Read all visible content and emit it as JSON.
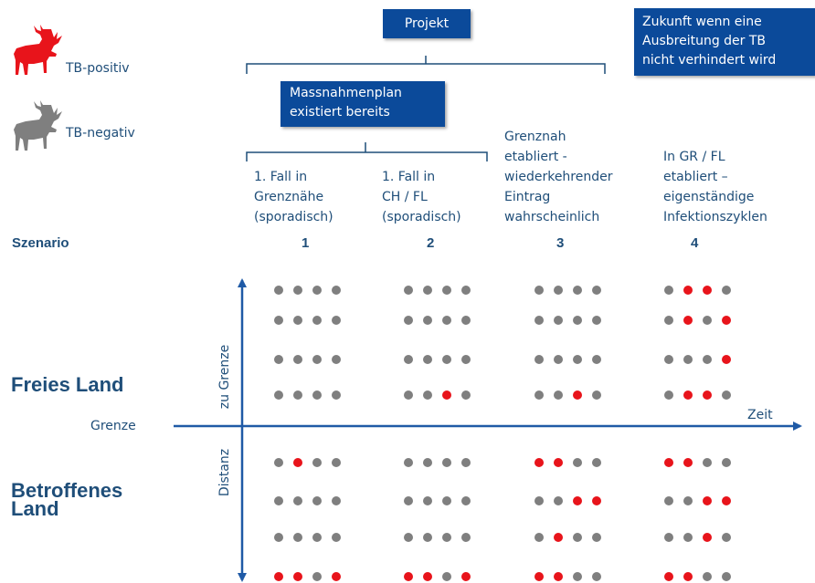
{
  "colors": {
    "positive": "#e8141b",
    "negative": "#7f7f7f",
    "dark_blue": "#0b4a9a",
    "text_blue": "#1f4e79",
    "axis": "#1f5aa6"
  },
  "legend": {
    "positive_label": "TB-positiv",
    "negative_label": "TB-negativ",
    "positive_icon": "deer-red-icon",
    "negative_icon": "deer-gray-icon"
  },
  "boxes": {
    "projekt": "Projekt",
    "massnahmenplan": "Massnahmenplan\nexistiert bereits",
    "zukunft": "Zukunft wenn eine\nAusbreitung der TB\nnicht verhindert wird"
  },
  "scenarios": {
    "row_label": "Szenario",
    "items": [
      {
        "number": "1",
        "description": "1. Fall in\nGrenznähe\n(sporadisch)"
      },
      {
        "number": "2",
        "description": "1. Fall in\nCH / FL\n(sporadisch)"
      },
      {
        "number": "3",
        "description": "Grenznah\netabliert -\nwiederkehrender\nEintrag\nwahrscheinlich"
      },
      {
        "number": "4",
        "description": "In GR / FL\netabliert –\neigenständige\nInfektionszyklen"
      }
    ]
  },
  "axes": {
    "x_label": "Zeit",
    "border_label": "Grenze",
    "y_upper_label": "zu Grenze",
    "y_lower_label": "Distanz"
  },
  "regions": {
    "upper": "Freies Land",
    "lower": "Betroffenes\nLand"
  },
  "grid": [
    [
      [
        0,
        0,
        0,
        0
      ],
      [
        0,
        0,
        0,
        0
      ],
      [
        0,
        0,
        0,
        0
      ],
      [
        0,
        1,
        1,
        0
      ]
    ],
    [
      [
        0,
        0,
        0,
        0
      ],
      [
        0,
        0,
        0,
        0
      ],
      [
        0,
        0,
        0,
        0
      ],
      [
        0,
        1,
        0,
        1
      ]
    ],
    [
      [
        0,
        0,
        0,
        0
      ],
      [
        0,
        0,
        0,
        0
      ],
      [
        0,
        0,
        0,
        0
      ],
      [
        0,
        0,
        0,
        1
      ]
    ],
    [
      [
        0,
        0,
        0,
        0
      ],
      [
        0,
        0,
        1,
        0
      ],
      [
        0,
        0,
        1,
        0
      ],
      [
        0,
        1,
        1,
        0
      ]
    ],
    [
      [
        0,
        1,
        0,
        0
      ],
      [
        0,
        0,
        0,
        0
      ],
      [
        1,
        1,
        0,
        0
      ],
      [
        1,
        1,
        0,
        0
      ]
    ],
    [
      [
        0,
        0,
        0,
        0
      ],
      [
        0,
        0,
        0,
        0
      ],
      [
        0,
        0,
        1,
        1
      ],
      [
        0,
        0,
        1,
        1
      ]
    ],
    [
      [
        0,
        0,
        0,
        0
      ],
      [
        0,
        0,
        0,
        0
      ],
      [
        0,
        1,
        0,
        0
      ],
      [
        0,
        0,
        1,
        0
      ]
    ],
    [
      [
        1,
        1,
        0,
        1
      ],
      [
        1,
        1,
        0,
        1
      ],
      [
        1,
        1,
        0,
        0
      ],
      [
        1,
        1,
        0,
        0
      ]
    ]
  ]
}
